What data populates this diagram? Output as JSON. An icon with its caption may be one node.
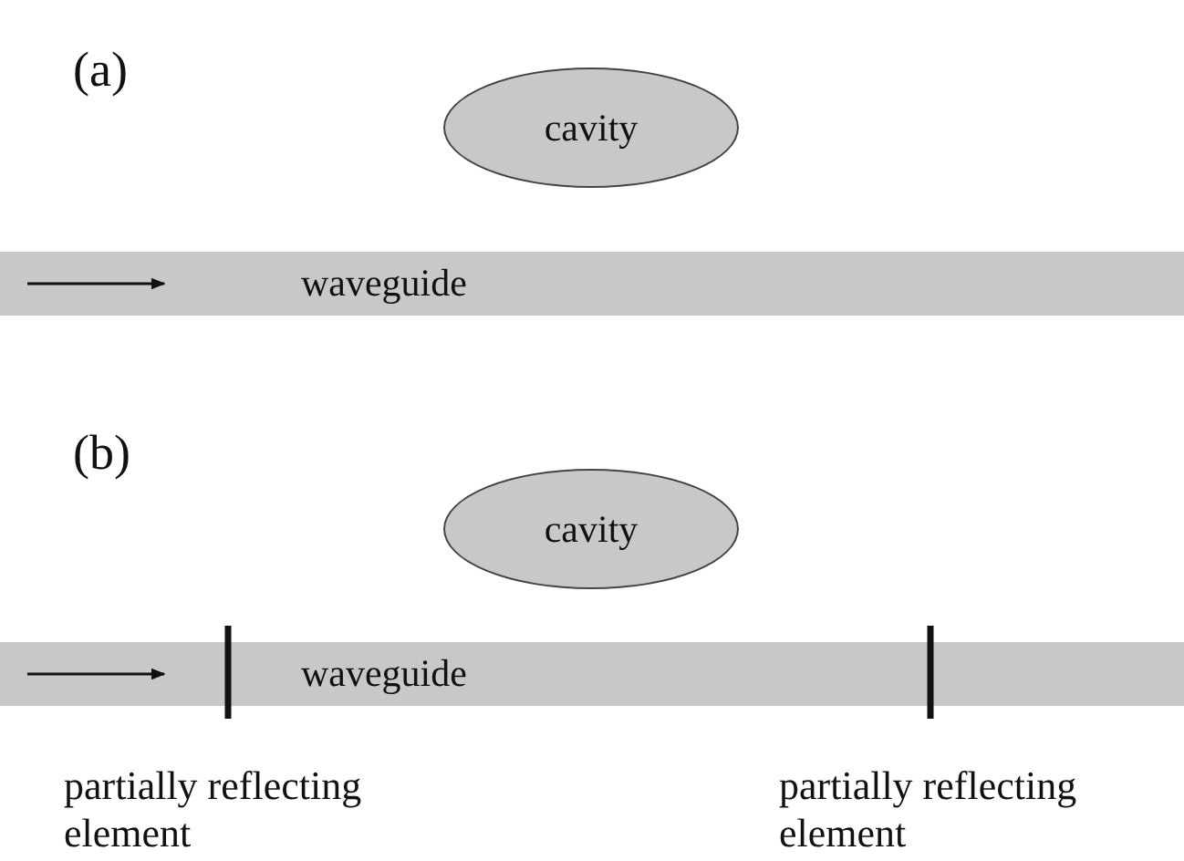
{
  "diagram": {
    "nodes": [
      {
        "text": [
          "cavity"
        ]
      },
      {
        "text": [
          "waveguide"
        ]
      },
      {
        "text": [
          "cavity"
        ]
      },
      {
        "text": [
          "waveguide"
        ]
      }
    ],
    "labels": [
      "(a)",
      "(b)",
      "partially reflecting element",
      "partially reflecting element"
    ]
  }
}
